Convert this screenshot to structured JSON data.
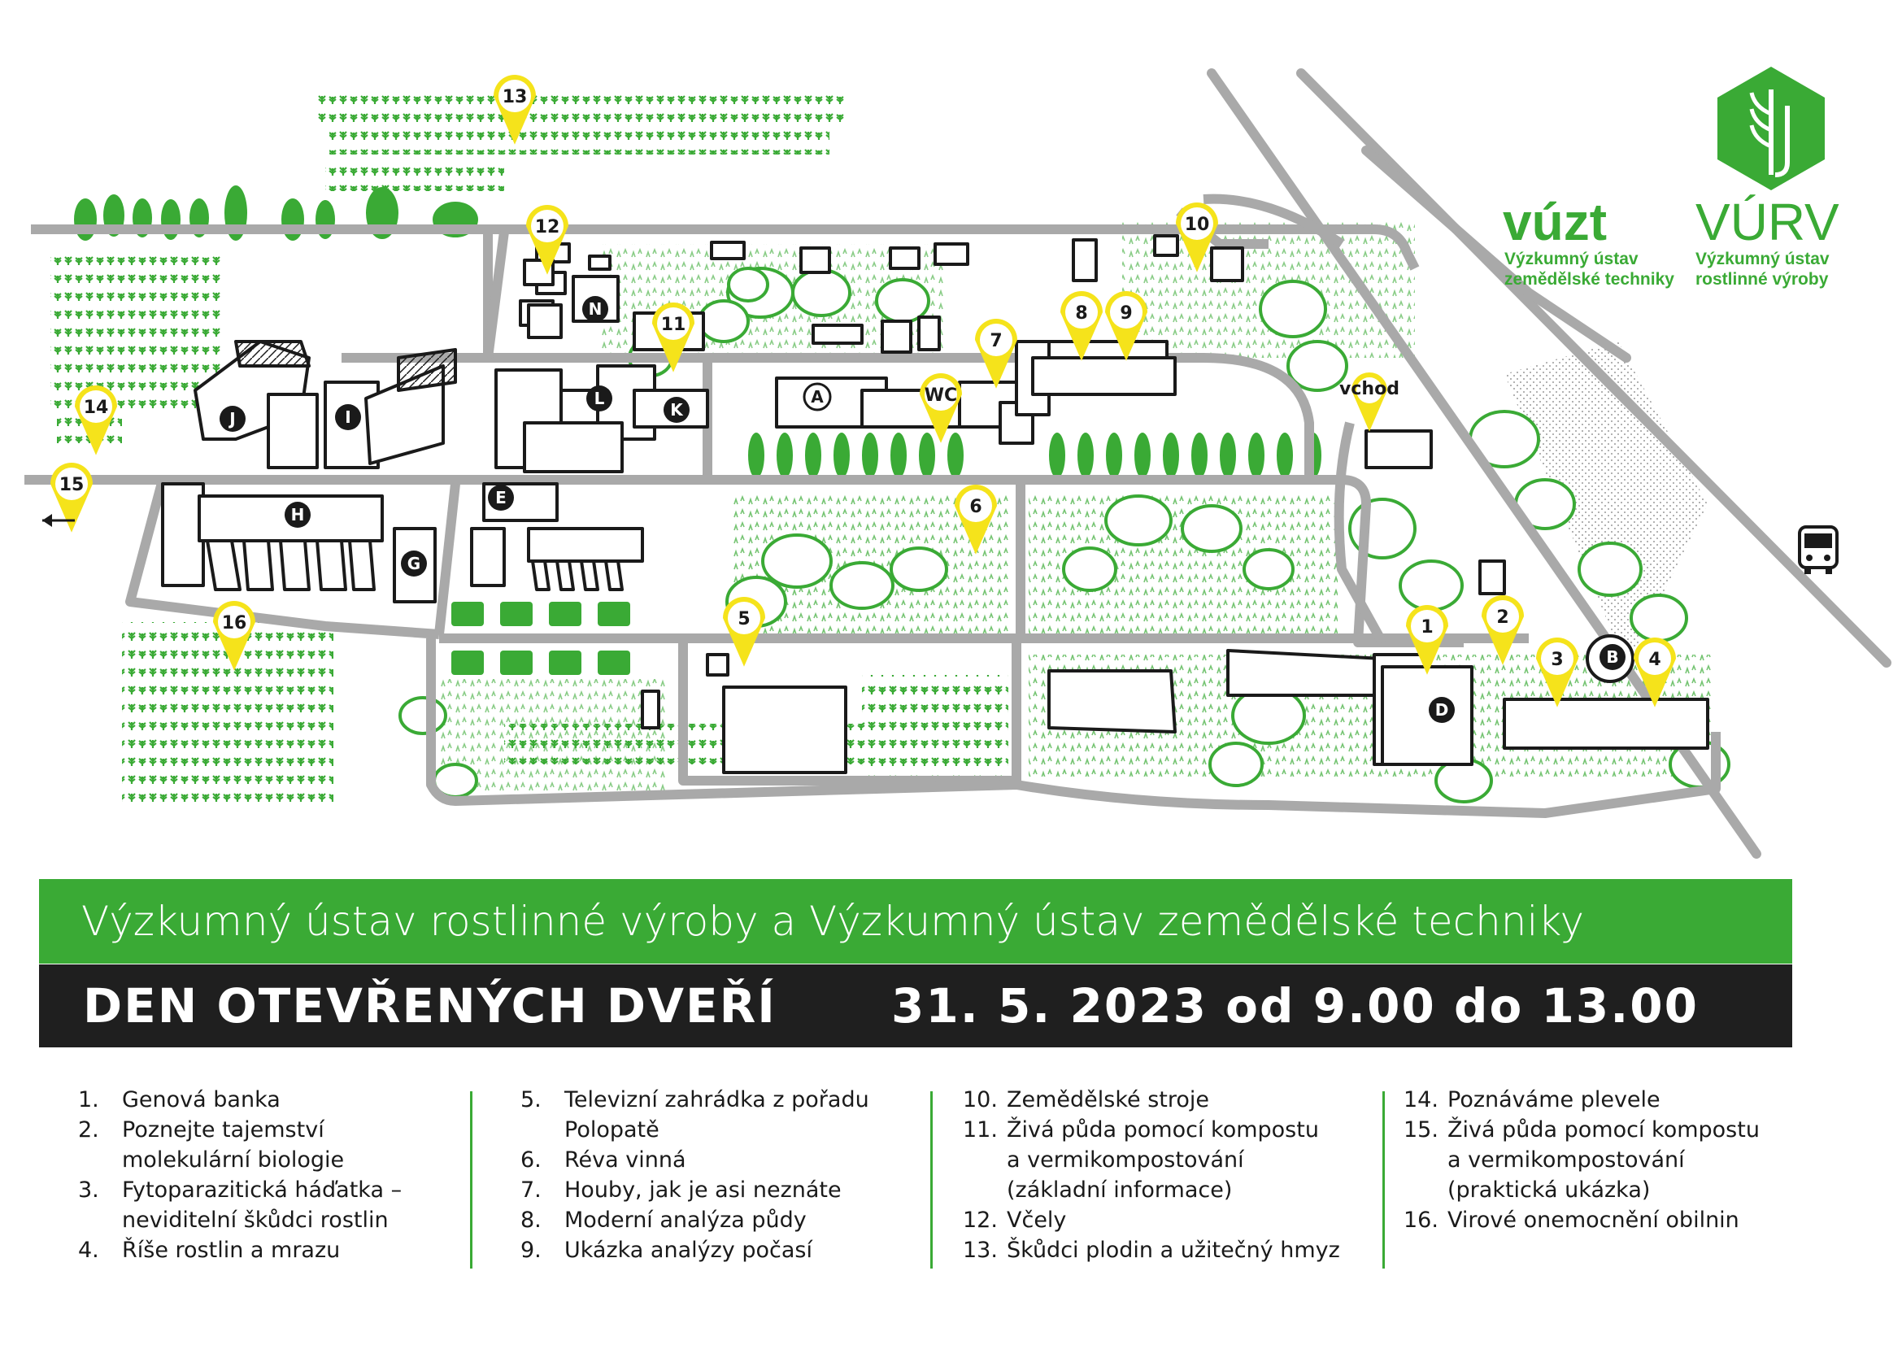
{
  "logos": {
    "vuzt": {
      "brand": "vúzt",
      "line1": "Výzkumný ústav",
      "line2": "zemědělské techniky",
      "icon": "vuzt-wordmark-icon"
    },
    "vurv": {
      "brand": "VÚRV",
      "line1": "Výzkumný ústav",
      "line2": "rostlinné výroby",
      "icon": "wheat-hexagon-icon"
    }
  },
  "map": {
    "colors": {
      "green": "#3aaa35",
      "road": "#a9a9a9",
      "pin": "#f5e31b",
      "ink": "#1a1a1a"
    },
    "pins": [
      "1",
      "2",
      "3",
      "4",
      "5",
      "6",
      "7",
      "8",
      "9",
      "10",
      "11",
      "12",
      "13",
      "14",
      "15",
      "16",
      "WC",
      "vchod"
    ],
    "buildings": [
      "A",
      "B",
      "D",
      "E",
      "G",
      "H",
      "I",
      "J",
      "K",
      "L",
      "N"
    ],
    "icons": [
      "bus-icon",
      "arrow-left-icon"
    ]
  },
  "banner": {
    "subtitle": "Výzkumný ústav rostlinné výroby a Výzkumný ústav zemědělské techniky",
    "title": "DEN OTEVŘENÝCH DVEŘÍ",
    "date": "31. 5. 2023 od 9.00 do 13.00"
  },
  "legend": {
    "col1": [
      {
        "num": "1.",
        "lines": [
          "Genová banka"
        ]
      },
      {
        "num": "2.",
        "lines": [
          "Poznejte tajemství",
          "molekulární biologie"
        ]
      },
      {
        "num": "3.",
        "lines": [
          "Fytoparazitická háďatka –",
          "neviditelní škůdci rostlin"
        ]
      },
      {
        "num": "4.",
        "lines": [
          "Říše rostlin a mrazu"
        ]
      }
    ],
    "col2": [
      {
        "num": "5.",
        "lines": [
          "Televizní zahrádka z pořadu",
          "Polopatě"
        ]
      },
      {
        "num": "6.",
        "lines": [
          "Réva vinná"
        ]
      },
      {
        "num": "7.",
        "lines": [
          "Houby, jak je asi neznáte"
        ]
      },
      {
        "num": "8.",
        "lines": [
          "Moderní analýza půdy"
        ]
      },
      {
        "num": "9.",
        "lines": [
          "Ukázka analýzy počasí"
        ]
      }
    ],
    "col3": [
      {
        "num": "10.",
        "lines": [
          "Zemědělské stroje"
        ]
      },
      {
        "num": "11.",
        "lines": [
          "Živá půda pomocí kompostu",
          "a vermikompostování",
          "(základní informace)"
        ]
      },
      {
        "num": "12.",
        "lines": [
          "Včely"
        ]
      },
      {
        "num": "13.",
        "lines": [
          "Škůdci plodin a užitečný hmyz"
        ]
      }
    ],
    "col4": [
      {
        "num": "14.",
        "lines": [
          "Poznáváme plevele"
        ]
      },
      {
        "num": "15.",
        "lines": [
          "Živá půda pomocí kompostu",
          "a vermikompostování",
          "(praktická ukázka)"
        ]
      },
      {
        "num": "16.",
        "lines": [
          "Virové onemocnění obilnin"
        ]
      }
    ]
  }
}
